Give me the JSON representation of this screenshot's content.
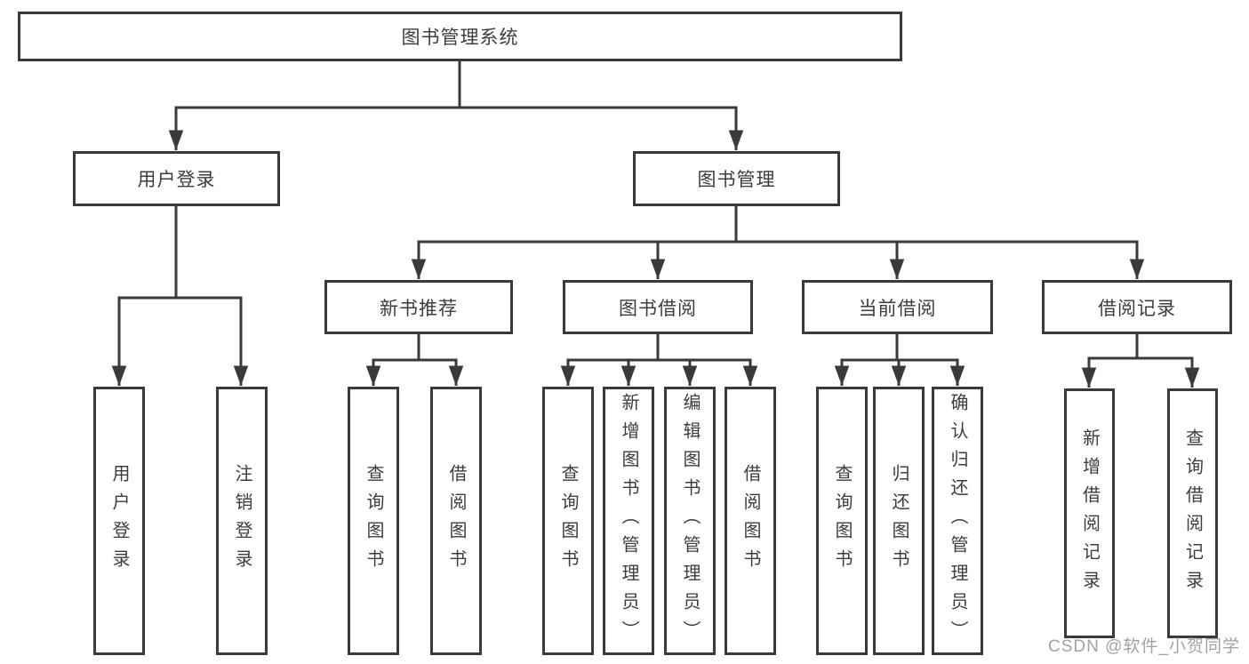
{
  "diagram_type": "hierarchy-flowchart",
  "colors": {
    "line": "#3a3a3a",
    "box_border": "#3a3a3a",
    "box_fill": "#ffffff",
    "text": "#3d3d3d",
    "background": "#ffffff",
    "watermark": "#a2a2a2"
  },
  "tree": {
    "root": {
      "label": "图书管理系统",
      "children": [
        {
          "label": "用户登录",
          "children": [
            {
              "label": "用户登录"
            },
            {
              "label": "注销登录"
            }
          ]
        },
        {
          "label": "图书管理",
          "children": [
            {
              "label": "新书推荐",
              "children": [
                {
                  "label": "查询图书"
                },
                {
                  "label": "借阅图书"
                }
              ]
            },
            {
              "label": "图书借阅",
              "children": [
                {
                  "label": "查询图书"
                },
                {
                  "label": "新增图书（管理员）"
                },
                {
                  "label": "编辑图书（管理员）"
                },
                {
                  "label": "借阅图书"
                }
              ]
            },
            {
              "label": "当前借阅",
              "children": [
                {
                  "label": "查询图书"
                },
                {
                  "label": "归还图书"
                },
                {
                  "label": "确认归还（管理员）"
                }
              ]
            },
            {
              "label": "借阅记录",
              "children": [
                {
                  "label": "新增借阅记录"
                },
                {
                  "label": "查询借阅记录"
                }
              ]
            }
          ]
        }
      ]
    }
  },
  "watermark": {
    "text": "CSDN @软件_小贺同学"
  }
}
